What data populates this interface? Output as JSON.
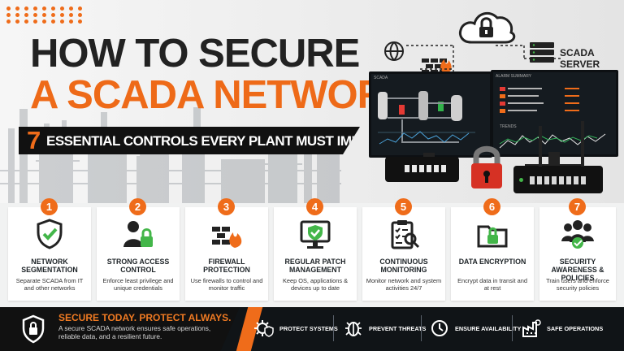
{
  "title": {
    "line1": "HOW TO SECURE",
    "line2_orange": "A SCADA NETWORK",
    "line2_colon": ":"
  },
  "banner": {
    "number": "7",
    "text": "ESSENTIAL CONTROLS EVERY PLANT MUST IMPLEMENT"
  },
  "diagram": {
    "server_label_line1": "SCADA",
    "server_label_line2": "SERVER",
    "left_screen_title": "SCADA",
    "right_screen_title": "ALARM SUMMARY",
    "trends_label": "TRENDS"
  },
  "controls": [
    {
      "number": "1",
      "title": "NETWORK SEGMENTATION",
      "description": "Separate SCADA from IT and other networks",
      "icon": "shield-check-icon"
    },
    {
      "number": "2",
      "title": "STRONG ACCESS CONTROL",
      "description": "Enforce least privilege and unique credentials",
      "icon": "user-lock-icon"
    },
    {
      "number": "3",
      "title": "FIREWALL PROTECTION",
      "description": "Use firewalls to control and monitor traffic",
      "icon": "firewall-flame-icon"
    },
    {
      "number": "4",
      "title": "REGULAR PATCH MANAGEMENT",
      "description": "Keep OS, applications & devices up to date",
      "icon": "monitor-shield-icon"
    },
    {
      "number": "5",
      "title": "CONTINUOUS MONITORING",
      "description": "Monitor network and system activities 24/7",
      "icon": "clipboard-search-icon"
    },
    {
      "number": "6",
      "title": "DATA ENCRYPTION",
      "description": "Encrypt data in transit and at rest",
      "icon": "folder-lock-icon"
    },
    {
      "number": "7",
      "title": "SECURITY AWARENESS & POLICIES",
      "description": "Train users and enforce security policies",
      "icon": "team-check-icon"
    }
  ],
  "footer": {
    "headline": "SECURE TODAY. PROTECT ALWAYS.",
    "subtitle": "A secure SCADA network ensures safe operations, reliable data, and a resilient future.",
    "items": [
      {
        "label": "PROTECT SYSTEMS",
        "icon": "gear-shield-icon"
      },
      {
        "label": "PREVENT THREATS",
        "icon": "bug-icon"
      },
      {
        "label": "ENSURE AVAILABILITY",
        "icon": "clock-icon"
      },
      {
        "label": "SAFE OPERATIONS",
        "icon": "factory-icon"
      }
    ]
  },
  "colors": {
    "accent": "#ef6c1a",
    "dark": "#111111",
    "green": "#43b649"
  }
}
